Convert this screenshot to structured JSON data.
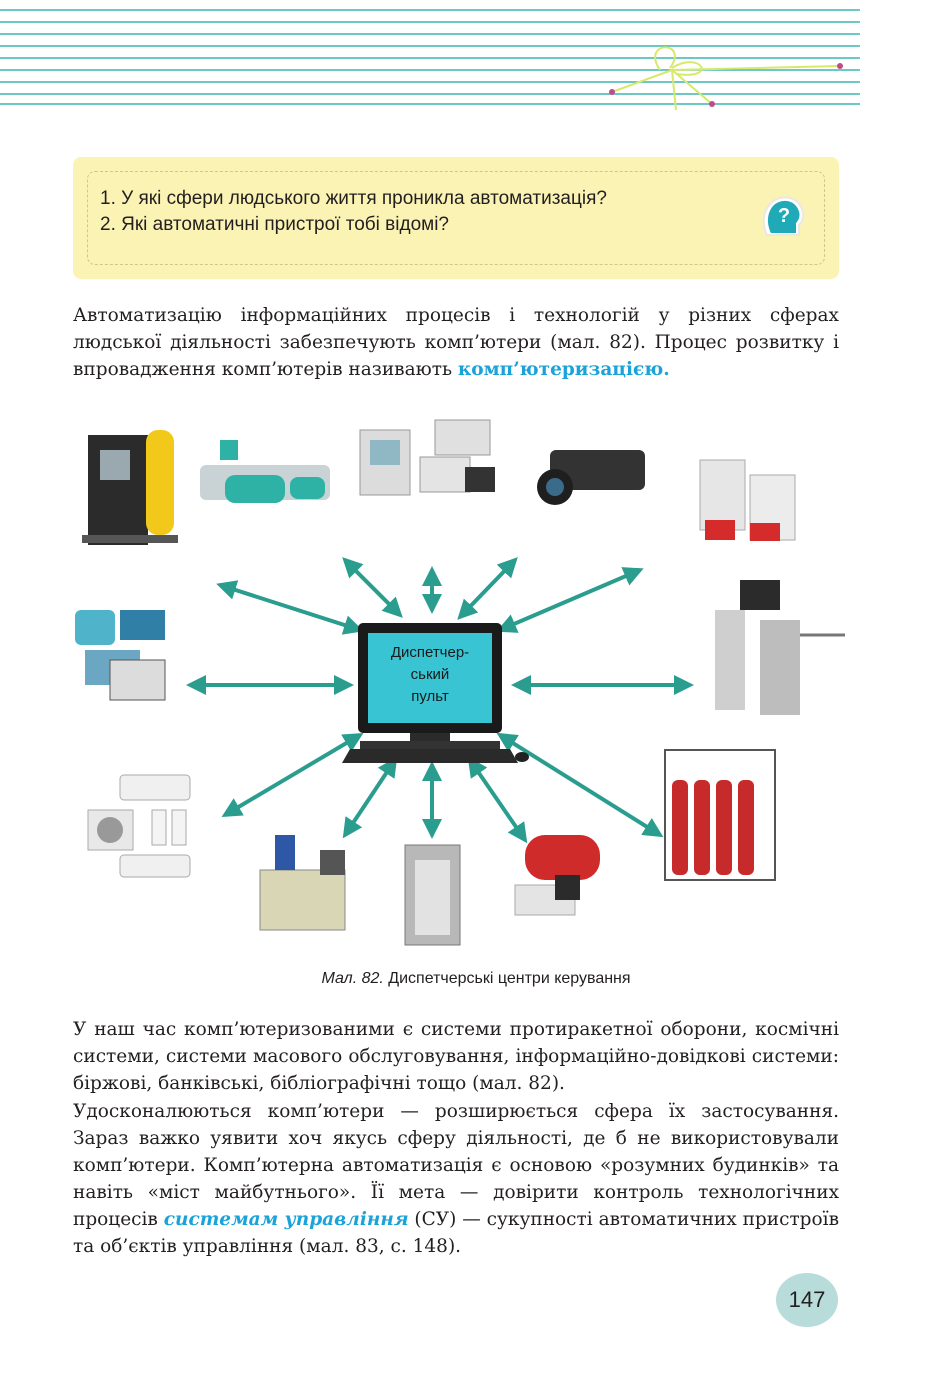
{
  "questions": [
    "1.  У які сфери людського життя проникла автоматизація?",
    "2.  Які автоматичні пристрої тобі відомі?"
  ],
  "question_icon_label": "?",
  "para1": {
    "text": "Автоматизацію інформаційних процесів і технологій у різних сферах людської діяльності забезпечують комп’ютери (мал. 82). Процес розвитку і впровадження комп’ютерів називають ",
    "term": "комп’ютеризацією."
  },
  "monitor_label": [
    "Диспетчер-",
    "ський",
    "пульт"
  ],
  "caption": {
    "prefix": "Мал. 82.",
    "text": " Диспетчерські центри керування"
  },
  "para2": "У наш час комп’ютеризованими є системи протиракетної оборони, космічні системи, системи масового обслуговування, інформаційно-довідкові системи: біржові, банківські, бібліографічні тощо (мал. 82).",
  "para3": {
    "before": "Удосконалюються комп’ютери — розширюється сфера їх застосування. Зараз важко уявити хоч якусь сферу діяльності, де б не використовували комп’ютери. Комп’ютерна автоматизація є основою «розумних будинків» та навіть «міст майбутнього». Її мета — довірити контроль технологічних процесів ",
    "term": "системам управління",
    "after": " (СУ) — сукупності автоматичних пристроїв та об’єктів управління (мал. 83, с. 148)."
  },
  "page_number": "147",
  "colors": {
    "accent": "#1aa3d9",
    "arrow": "#2a9d8f",
    "question_bg": "#fbf3b4",
    "page_circle": "#b7dcd9",
    "screen": "#38c4d2"
  }
}
